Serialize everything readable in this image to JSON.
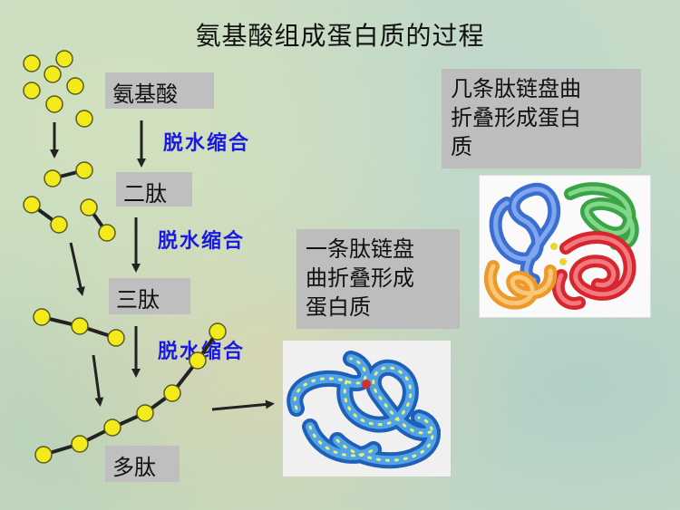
{
  "title": "氨基酸组成蛋白质的过程",
  "labels": {
    "amino_acid": "氨基酸",
    "dipeptide": "二肽",
    "tripeptide": "三肽",
    "polypeptide": "多肽"
  },
  "reactions": {
    "r1": "脱水缩合",
    "r2": "脱水缩合",
    "r3": "脱水缩合"
  },
  "descriptions": {
    "multi_chain": "几条肽链盘曲折叠形成蛋白质",
    "single_chain_lines": [
      "一条肽链盘",
      "曲折叠形成",
      "蛋白质"
    ],
    "multi_chain_lines": [
      "几条肽链盘曲",
      "折叠形成蛋白",
      "质"
    ]
  },
  "colors": {
    "bead": "#f2ea1a",
    "bead_stroke": "#5a5a20",
    "reaction_text": "#1a1adf",
    "label_bg": "#bfbfbf"
  },
  "icons": {
    "single_protein": "protein-ribbon-single-chain",
    "multi_protein": "protein-ribbon-multi-chain"
  }
}
